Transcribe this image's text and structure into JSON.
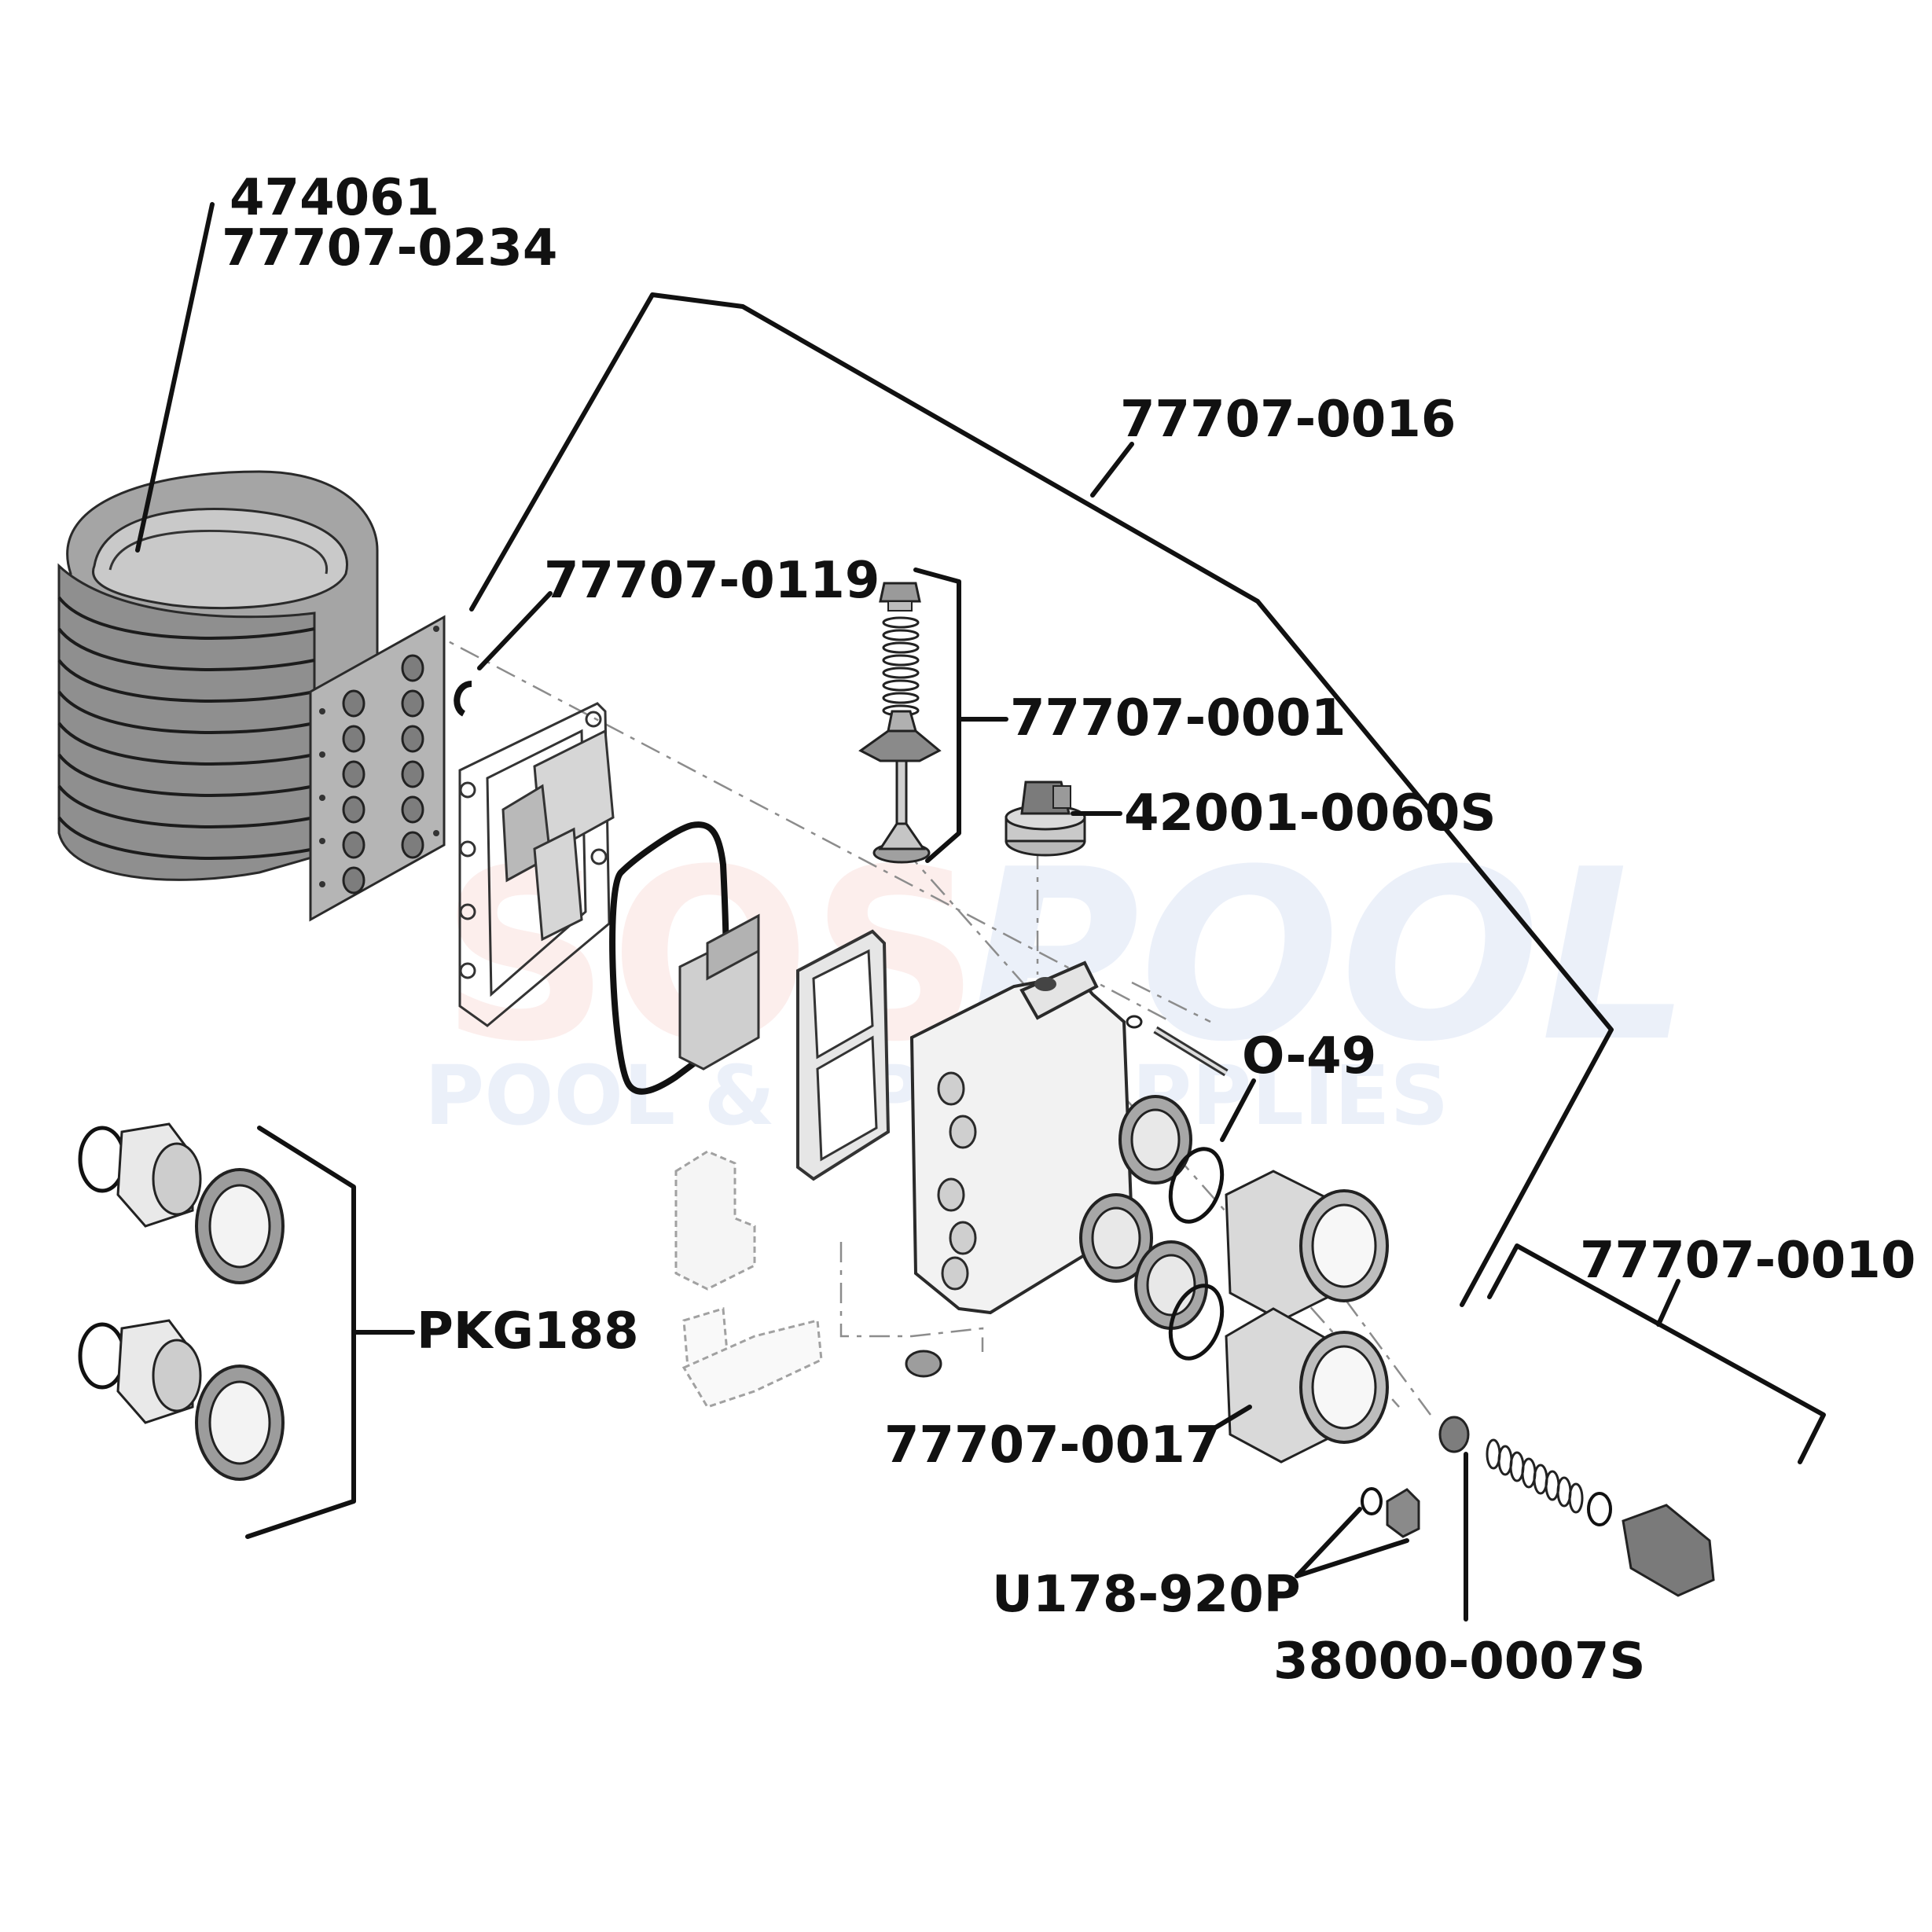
{
  "watermark": {
    "brand_left": "SOS",
    "brand_right": "POOL",
    "tagline": "POOL & SPA SUPPLIES",
    "brand_left_color": "#e24a3b",
    "brand_right_color": "#2f62c9"
  },
  "part_labels": [
    {
      "id": "heat-exchanger-1",
      "text": "474061"
    },
    {
      "id": "heat-exchanger-2",
      "text": "77707-0234"
    },
    {
      "id": "manifold-assembly",
      "text": "77707-0016"
    },
    {
      "id": "clip",
      "text": "77707-0119"
    },
    {
      "id": "bypass-valve-assembly",
      "text": "77707-0001"
    },
    {
      "id": "pressure-switch",
      "text": "42001-0060S"
    },
    {
      "id": "o-ring",
      "text": "O-49"
    },
    {
      "id": "union-kit",
      "text": "PKG188"
    },
    {
      "id": "check-valve-assembly",
      "text": "77707-0010"
    },
    {
      "id": "adapter",
      "text": "77707-0017"
    },
    {
      "id": "drain-plug",
      "text": "U178-920P"
    },
    {
      "id": "thermistor",
      "text": "38000-0007S"
    }
  ],
  "colors": {
    "line": "#111111",
    "part_fill": "#9a9a9a",
    "part_fill_light": "#cfcfcf"
  }
}
